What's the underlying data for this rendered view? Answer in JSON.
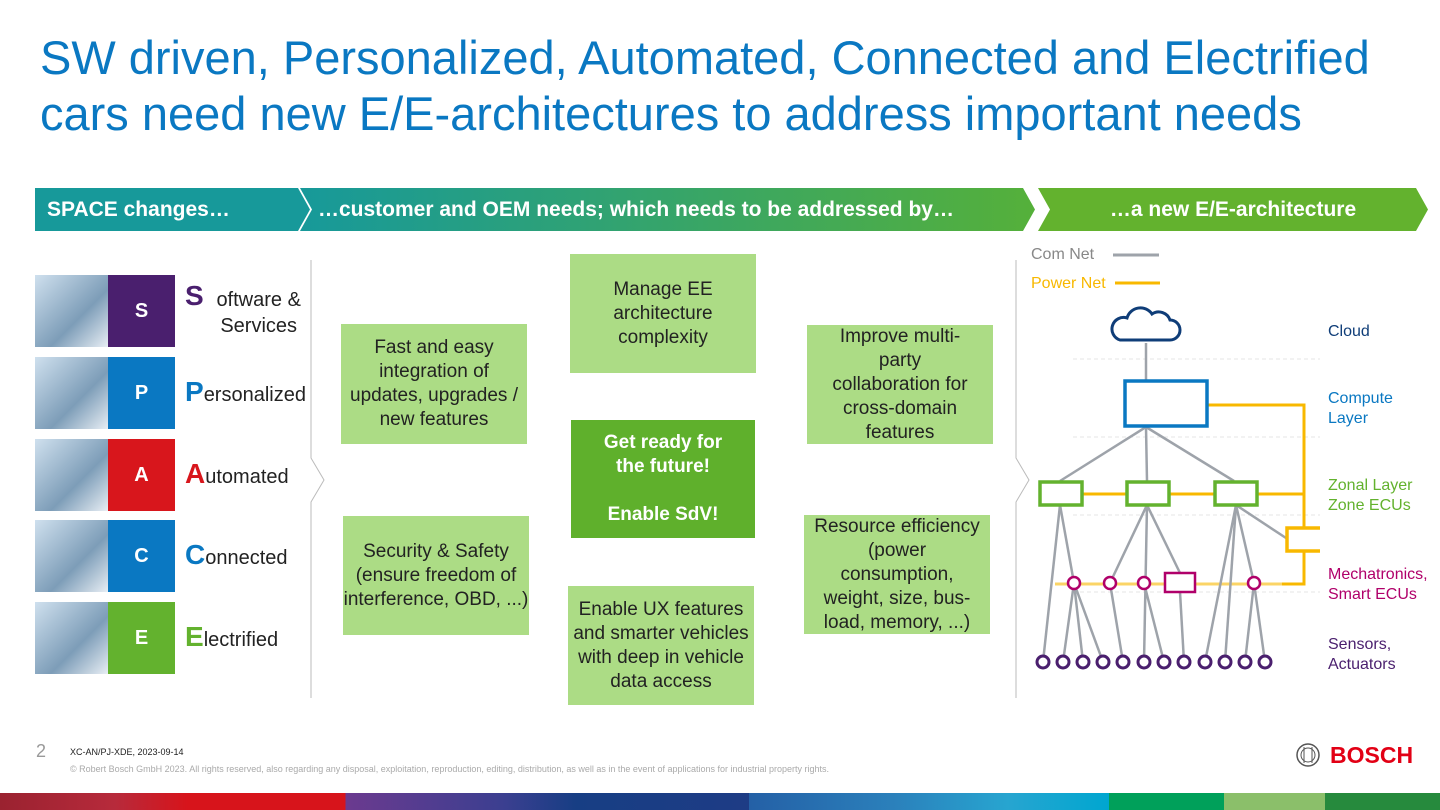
{
  "title": "SW driven, Personalized, Automated, Connected and Electrified cars need new E/E-architectures to address important needs",
  "banner": {
    "a1": "SPACE changes…",
    "a2": "…customer and OEM needs; which needs to be addressed by…",
    "a3": "…a new E/E-architecture"
  },
  "space": [
    {
      "letter": "S",
      "initial": "S",
      "rest": "oftware & Services",
      "color": "#4a1f6e"
    },
    {
      "letter": "P",
      "initial": "P",
      "rest": "ersonalized",
      "color": "#0a78c2"
    },
    {
      "letter": "A",
      "initial": "A",
      "rest": "utomated",
      "color": "#d8161c"
    },
    {
      "letter": "C",
      "initial": "C",
      "rest": "onnected",
      "color": "#0a78c2"
    },
    {
      "letter": "E",
      "initial": "E",
      "rest": "lectrified",
      "color": "#63b22e"
    }
  ],
  "needs": {
    "fast": "Fast and easy integration of updates, upgrades / new features",
    "security": "Security & Safety (ensure freedom of interference, OBD, ...)",
    "manage": "Manage EE architecture complexity",
    "center1": "Get ready for the future!",
    "center2": "Enable SdV!",
    "ux": "Enable UX features and smarter vehicles with deep in vehicle data access",
    "collab": "Improve multi-party collaboration for cross-domain features",
    "resource": "Resource efficiency (power consumption, weight, size, bus-load, memory, ...)"
  },
  "legend": {
    "com": "Com Net",
    "power": "Power Net"
  },
  "layers": {
    "cloud": "Cloud",
    "compute": "Compute Layer",
    "zonal1": "Zonal Layer",
    "zonal2": "Zone ECUs",
    "mech1": "Mechatronics,",
    "mech2": "Smart ECUs",
    "sens1": "Sensors,",
    "sens2": "Actuators"
  },
  "footer": {
    "page": "2",
    "ref": "XC-AN/PJ-XDE, 2023-09-14",
    "copyright": "© Robert Bosch GmbH 2023. All rights reserved, also regarding any disposal, exploitation, reproduction, editing, distribution, as well as in the event of applications for industrial property rights.",
    "logo": "BOSCH"
  }
}
